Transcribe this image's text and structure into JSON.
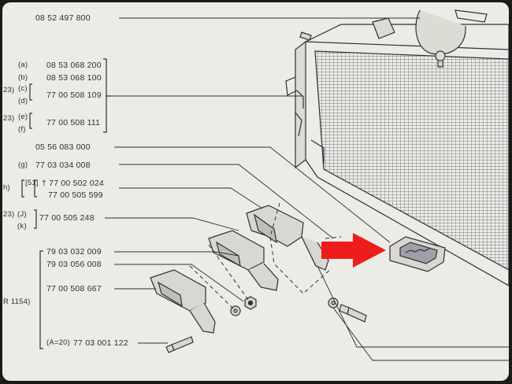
{
  "labels": {
    "top": "08 52 497 800",
    "a_ref": "(a)",
    "a_num": "08 53 068 200",
    "b_ref": "(b)",
    "b_num": "08 53 068 100",
    "cd_pre": "23)",
    "c_ref": "(c)",
    "d_ref": "(d)",
    "cd_num": "77 00 508 109",
    "ef_pre": "23)",
    "e_ref": "(e)",
    "f_ref": "(f)",
    "ef_num": "77 00 508 111",
    "g_num": "05 56 083 000",
    "g_ref": "(g)",
    "g_num2": "77 03 034 008",
    "h_pre": "h)",
    "h_ref": "[51]",
    "h_num1": "† 77 00 502 024",
    "h_num2": "77 00 505 599",
    "jk_pre": "23)",
    "j_ref": "(J)",
    "k_ref": "(k)",
    "jk_num": "77 00 505 248",
    "n1": "79 03 032 009",
    "n2": "79 03 056 008",
    "n3": "77 00 508 667",
    "r_ref": "R 1154)",
    "a20_ref": "(A=20)",
    "a20_num": "77 03 001 122"
  },
  "colors": {
    "paper": "#ecebe5",
    "ink": "#2d2f3b",
    "arrow": "#ee1c1c"
  }
}
